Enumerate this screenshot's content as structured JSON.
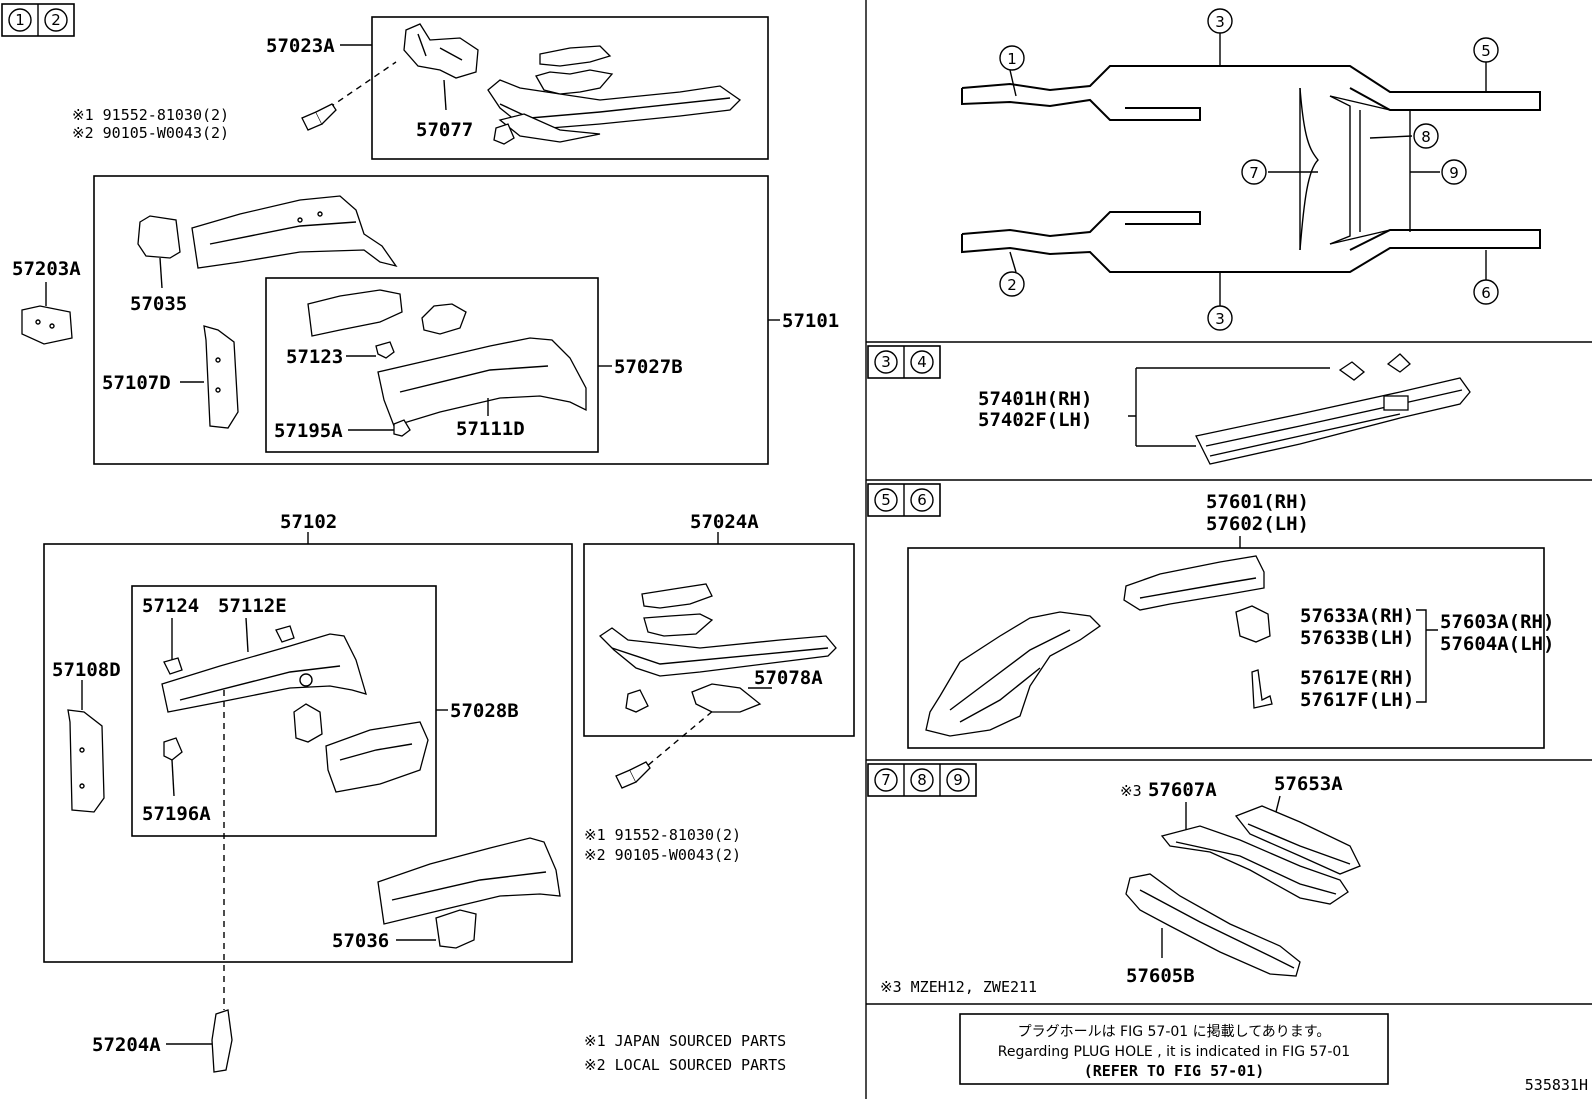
{
  "sections": {
    "s12": {
      "circles": [
        "1",
        "2"
      ]
    },
    "s34": {
      "circles": [
        "3",
        "4"
      ]
    },
    "s56": {
      "circles": [
        "5",
        "6"
      ]
    },
    "s789": {
      "circles": [
        "7",
        "8",
        "9"
      ]
    }
  },
  "frame_markers": [
    "1",
    "2",
    "3",
    "3",
    "5",
    "6",
    "7",
    "8",
    "9"
  ],
  "parts": {
    "p57023A": "57023A",
    "p57077": "57077",
    "bolt1_a": "※1 91552-81030(2)",
    "bolt1_b": "※2 90105-W0043(2)",
    "p57203A": "57203A",
    "p57035": "57035",
    "p57101": "57101",
    "p57107D": "57107D",
    "p57123": "57123",
    "p57027B": "57027B",
    "p57195A": "57195A",
    "p57111D": "57111D",
    "p57102": "57102",
    "p57024A": "57024A",
    "p57124": "57124",
    "p57112E": "57112E",
    "p57108D": "57108D",
    "p57028B": "57028B",
    "p57196A": "57196A",
    "p57036": "57036",
    "p57078A": "57078A",
    "bolt2_a": "※1 91552-81030(2)",
    "bolt2_b": "※2 90105-W0043(2)",
    "p57204A": "57204A",
    "p57401H": "57401H(RH)",
    "p57402F": "57402F(LH)",
    "p57601": "57601(RH)",
    "p57602": "57602(LH)",
    "p57633A": "57633A(RH)",
    "p57633B": "57633B(LH)",
    "p57603A": "57603A(RH)",
    "p57604A": "57604A(LH)",
    "p57617E": "57617E(RH)",
    "p57617F": "57617F(LH)",
    "p57607A_mark": "※3",
    "p57607A": "57607A",
    "p57653A": "57653A",
    "p57605B": "57605B"
  },
  "notes": {
    "note3": "※3 MZEH12, ZWE211",
    "japan": "※1 JAPAN SOURCED PARTS",
    "local": "※2 LOCAL SOURCED PARTS"
  },
  "plug_hole": {
    "line1": "プラグホールは FIG 57-01 に掲載してあります。",
    "line2": "Regarding  PLUG  HOLE , it is indicated in FIG  57-01",
    "line3": "(REFER TO FIG 57-01)"
  },
  "figure_id": "535831H"
}
